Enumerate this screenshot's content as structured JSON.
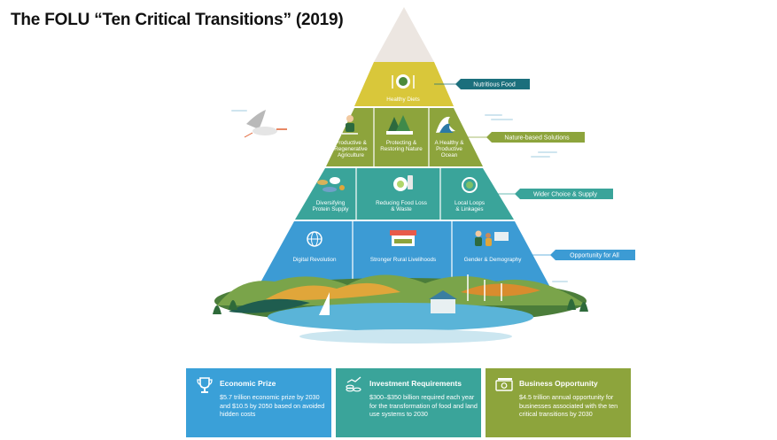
{
  "title": "The FOLU “Ten Critical Transitions” (2019)",
  "tiers": {
    "healthy_diets": "Healthy Diets",
    "productive_agriculture": [
      "Productive &",
      "Regenerative",
      "Agriculture"
    ],
    "protecting_nature": [
      "Protecting &",
      "Restoring Nature"
    ],
    "healthy_ocean": [
      "A Healthy &",
      "Productive",
      "Ocean"
    ],
    "diversifying_protein": [
      "Diversifying",
      "Protein Supply"
    ],
    "reducing_food_loss": [
      "Reducing Food Loss",
      "& Waste"
    ],
    "local_loops": [
      "Local Loops",
      "& Linkages"
    ],
    "digital_revolution": "Digital Revolution",
    "rural_livelihoods": "Stronger Rural Livelihoods",
    "gender_demography": "Gender & Demography"
  },
  "tags": {
    "nutritious_food": "Nutritious Food",
    "nature_solutions": "Nature-based Solutions",
    "wider_choice": "Wider Choice & Supply",
    "opportunity": "Opportunity for All"
  },
  "boxes": [
    {
      "title": "Economic Prize",
      "text": "$5.7 trillion economic prize by 2030 and $10.5 by 2050 based on avoided hidden costs",
      "icon": "trophy-icon"
    },
    {
      "title": "Investment Requirements",
      "text": "$300–$350 billion required each year for the transformation of food and land use systems to 2030",
      "icon": "coins-chart-icon"
    },
    {
      "title": "Business Opportunity",
      "text": "$4.5 trillion annual opportunity for businesses associated with the ten critical transitions by 2030",
      "icon": "banknote-icon"
    }
  ],
  "colors": {
    "apex": "#ece6e1",
    "tier1": "#d9c73a",
    "tier2": "#8da43c",
    "tier3": "#3aa49a",
    "tier4": "#3c9bd4",
    "tag_nutritious": "#1b6f7c",
    "tag_nature": "#8da43c",
    "tag_wider": "#3aa49a",
    "tag_opportunity": "#3c9bd4",
    "box1": "#3aa0d8",
    "box2": "#3aa49a",
    "box3": "#8da43c"
  }
}
